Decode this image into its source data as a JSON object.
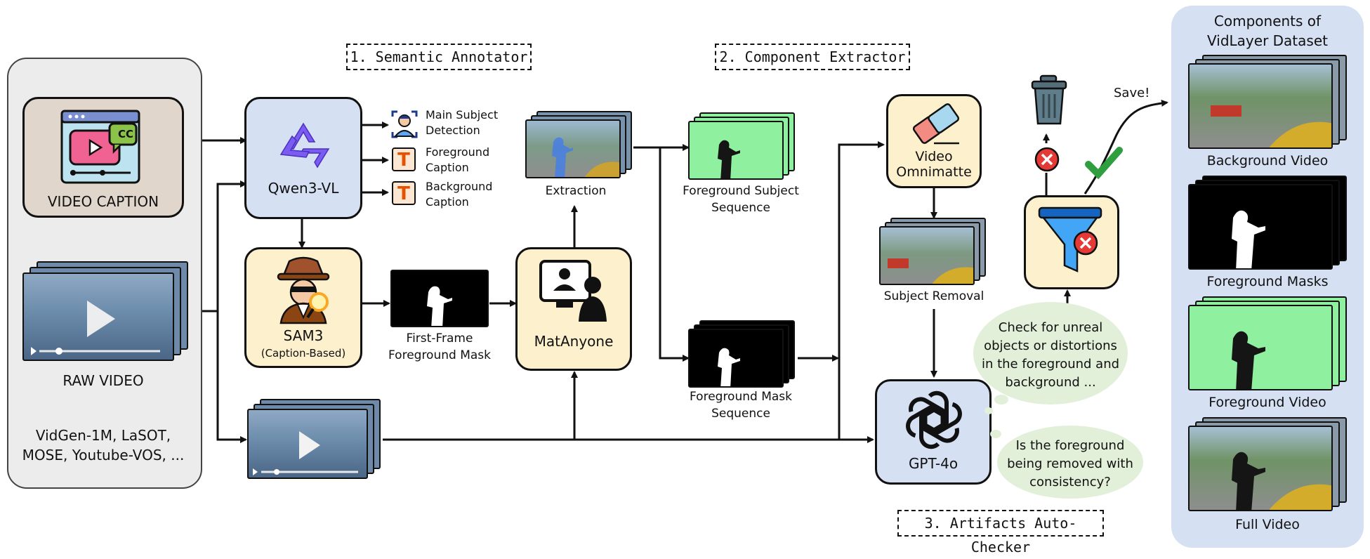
{
  "stages": {
    "semantic_annotator": "1. Semantic Annotator",
    "component_extractor": "2. Component Extractor",
    "artifacts_checker": "3. Artifacts Auto-Checker"
  },
  "inputs": {
    "video_caption": "VIDEO CAPTION",
    "raw_video": "RAW VIDEO",
    "sources_line1": "VidGen-1M, LaSOT,",
    "sources_line2": "MOSE, Youtube-VOS, ...",
    "caption_badge": "CC"
  },
  "annotator": {
    "qwen": "Qwen3-VL",
    "outputs": [
      {
        "line1": "Main Subject",
        "line2": "Detection"
      },
      {
        "line1": "Foreground",
        "line2": "Caption"
      },
      {
        "line1": "Background",
        "line2": "Caption"
      }
    ],
    "text_icon_glyph": "T",
    "sam": "SAM3",
    "sam_sub": "(Caption-Based)",
    "first_frame_line1": "First-Frame",
    "first_frame_line2": "Foreground Mask"
  },
  "extractor": {
    "matanyone": "MatAnyone",
    "extraction": "Extraction",
    "fg_subject_line1": "Foreground Subject",
    "fg_subject_line2": "Sequence",
    "fg_mask_line1": "Foreground Mask",
    "fg_mask_line2": "Sequence"
  },
  "checker": {
    "omnimatte_line1": "Video",
    "omnimatte_line2": "Omnimatte",
    "subject_removal": "Subject Removal",
    "gpt": "GPT-4o",
    "bubble1": [
      "Check for unreal",
      "objects or distortions",
      "in the foreground and",
      "background ..."
    ],
    "bubble2": [
      "Is the foreground",
      "being removed with",
      "consistency?"
    ],
    "save": "Save!"
  },
  "dataset": {
    "title_line1": "Components of",
    "title_line2": "VidLayer Dataset",
    "items": [
      "Background Video",
      "Foreground Masks",
      "Foreground Video",
      "Full Video"
    ]
  },
  "colors": {
    "panel_gray": "#ececec",
    "panel_blue": "#d6e0f3",
    "node_blue": "#d6e0f3",
    "node_yellow": "#fdf0cc",
    "green_screen": "#8ff0a0",
    "bubble_green": "#e2f0d9",
    "reject_red": "#e53935",
    "accept_green": "#2e9e3e"
  }
}
